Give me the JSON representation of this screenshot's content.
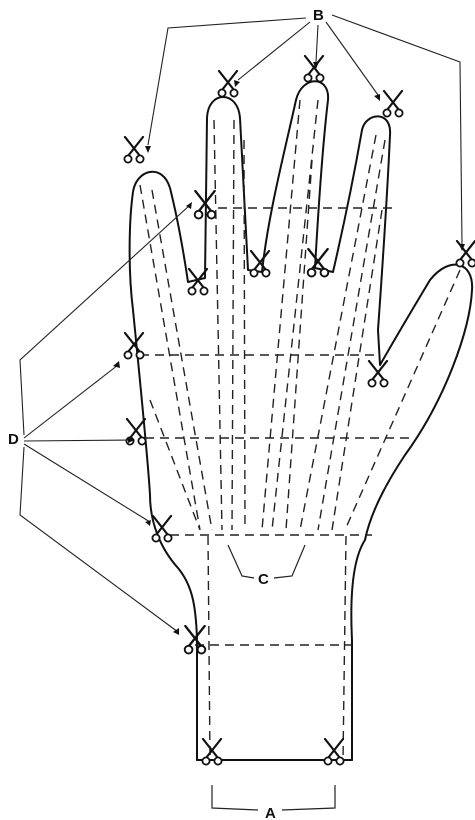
{
  "labels": {
    "a": "A",
    "b": "B",
    "c": "C",
    "d": "D"
  },
  "icons": {
    "scissors": "scissors-icon"
  }
}
